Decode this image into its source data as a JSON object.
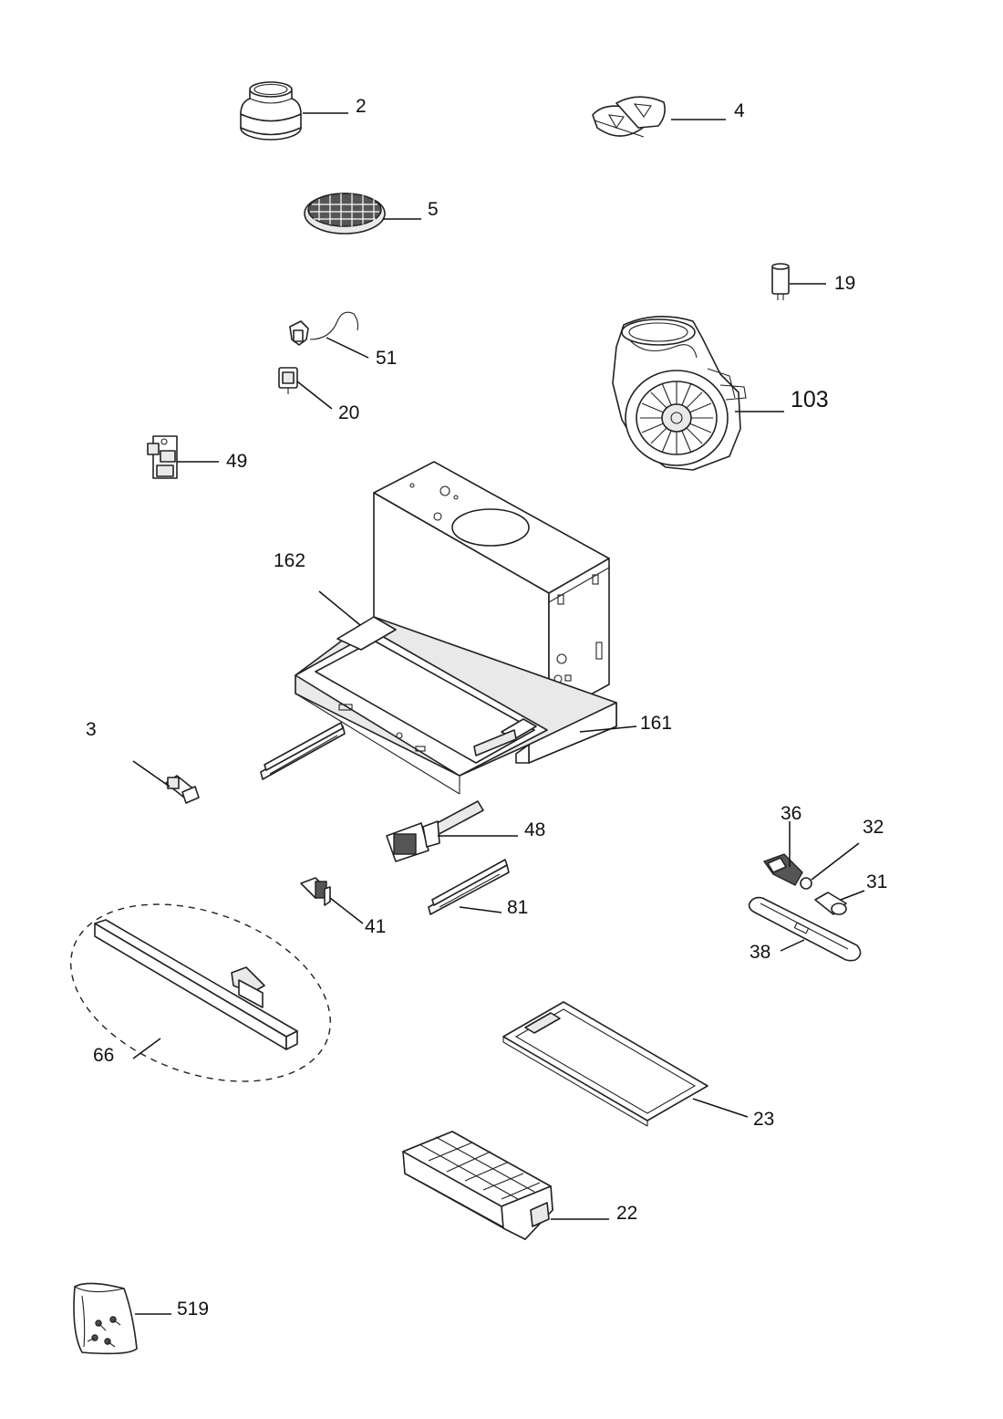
{
  "callouts": {
    "p2": "2",
    "p4": "4",
    "p5": "5",
    "p19": "19",
    "p51": "51",
    "p20": "20",
    "p103": "103",
    "p49": "49",
    "p162": "162",
    "p161": "161",
    "p3": "3",
    "p48": "48",
    "p36": "36",
    "p32": "32",
    "p31": "31",
    "p81": "81",
    "p41": "41",
    "p38": "38",
    "p66": "66",
    "p23": "23",
    "p22": "22",
    "p519": "519"
  },
  "colors": {
    "line": "#222222",
    "fill": "#ffffff",
    "shade": "#e9e9e9"
  }
}
